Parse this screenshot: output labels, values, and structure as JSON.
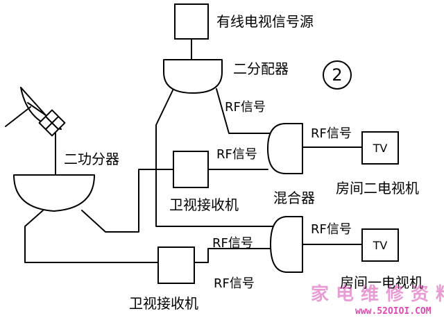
{
  "labels": {
    "cable_source": "有线电视信号源",
    "splitter_two": "二分配器",
    "power_divider": "二功分器",
    "mixer": "混合器",
    "receiver_a": "卫视接收机",
    "receiver_b": "卫视接收机",
    "room_two_tv": "房间二电视机",
    "room_one_tv": "房间一电视机",
    "rf_1": "RF信号",
    "rf_2": "RF信号",
    "rf_3": "RF信号",
    "rf_4": "RF信号",
    "rf_5": "RF信号",
    "rf_6": "RF信号",
    "tv_box_top": "TV",
    "tv_box_bottom": "TV",
    "figure_number": "2"
  },
  "watermark": {
    "text": "家电维修资料网",
    "url": "www.52OIOI.COM",
    "color": "#d64bb0"
  }
}
